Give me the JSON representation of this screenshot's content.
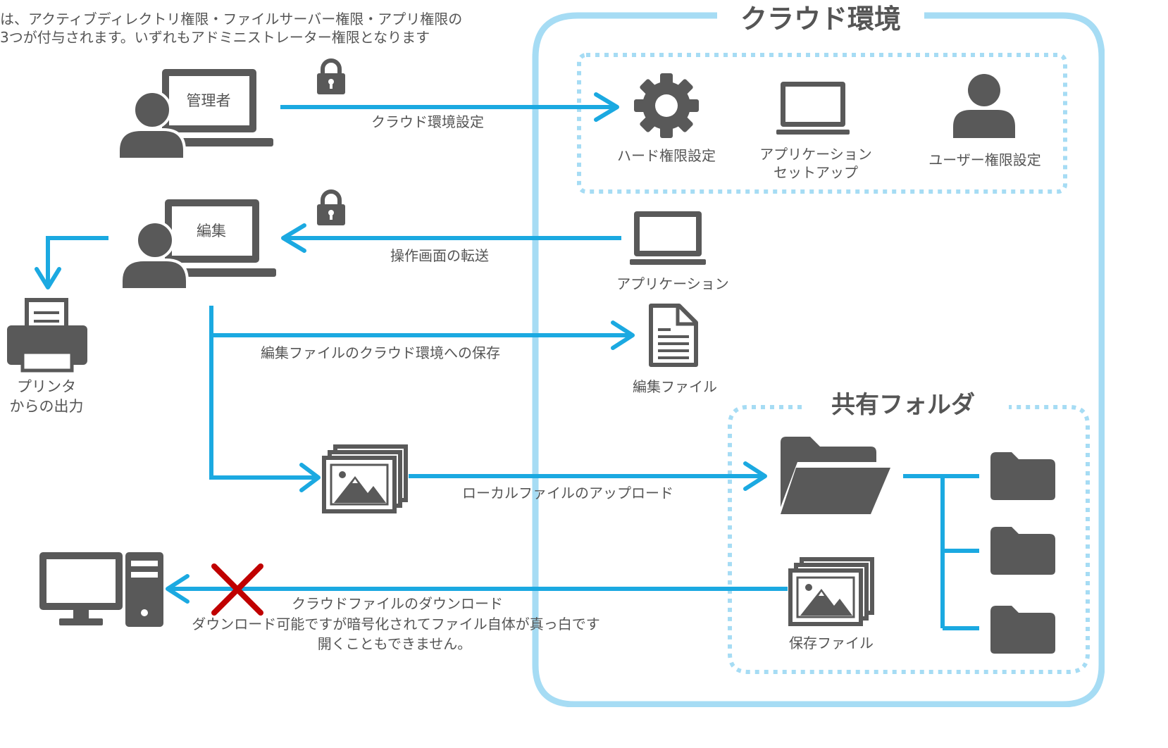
{
  "colors": {
    "arrow": "#1ba9e1",
    "cloud_border": "#a6dcf4",
    "icon": "#595959",
    "text": "#555555",
    "deny": "#c00000"
  },
  "header_note": {
    "line1": "は、アクティブディレクトリ権限・ファイルサーバー権限・アプリ権限の",
    "line2": "3つが付与されます。いずれもアドミニストレーター権限となります"
  },
  "cloud": {
    "title": "クラウド環境",
    "settings": {
      "hard": "ハード権限設定",
      "app_setup_line1": "アプリケーション",
      "app_setup_line2": "セットアップ",
      "user": "ユーザー権限設定"
    },
    "application": "アプリケーション",
    "edit_file": "編集ファイル",
    "shared_folder": {
      "title": "共有フォルダ",
      "saved_file": "保存ファイル"
    }
  },
  "actors": {
    "admin": "管理者",
    "editor": "編集"
  },
  "flows": {
    "cloud_setting": "クラウド環境設定",
    "screen_transfer": "操作画面の転送",
    "save_to_cloud": "編集ファイルのクラウド環境への保存",
    "local_upload": "ローカルファイルのアップロード",
    "download": "クラウドファイルのダウンロード",
    "download_note_line1": "ダウンロード可能ですが暗号化されてファイル自体が真っ白です",
    "download_note_line2": "開くこともできません。"
  },
  "printer": {
    "line1": "プリンタ",
    "line2": "からの出力"
  },
  "icons": [
    "lock-icon",
    "person-laptop-icon",
    "gear-icon",
    "laptop-icon",
    "user-icon",
    "printer-icon",
    "document-icon",
    "images-icon",
    "open-folder-icon",
    "folder-icon",
    "desktop-pc-icon",
    "cross-icon"
  ]
}
